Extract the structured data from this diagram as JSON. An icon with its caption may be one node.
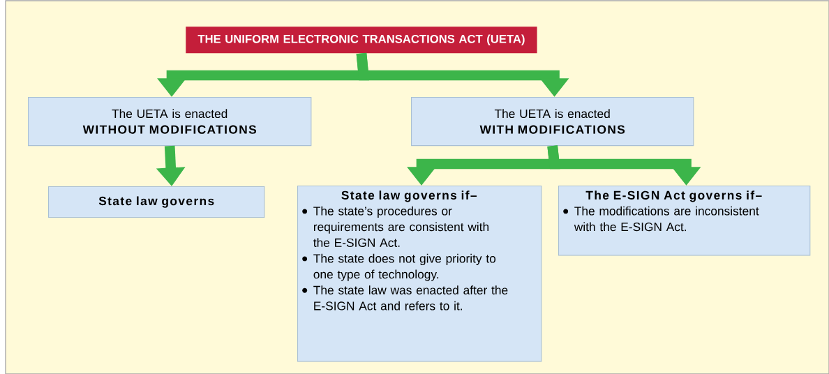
{
  "diagram": {
    "nodes": [
      {
        "text": [
          "THE UNIFORM ELECTRONIC TRANSACTIONS ACT (UETA)"
        ]
      },
      {
        "text": [
          "The UETA is enacted",
          "WITHOUT MODIFICATIONS"
        ]
      },
      {
        "text": [
          "The UETA is enacted",
          "WITH MODIFICATIONS"
        ]
      },
      {
        "text": [
          "State law governs"
        ]
      },
      {
        "text": [
          "State law governs if–",
          "The state’s procedures or requirements are consistent with the E-SIGN Act.",
          "The state does not give priority to one type of technology.",
          "The state law was enacted after the E-SIGN Act and refers to it."
        ]
      },
      {
        "text": [
          "The E-SIGN Act governs if–",
          "The modifications are inconsistent with the E-SIGN Act."
        ]
      }
    ],
    "edges": [
      {
        "from": 0,
        "to": 1,
        "arrow": "to"
      },
      {
        "from": 0,
        "to": 2,
        "arrow": "to"
      },
      {
        "from": 1,
        "to": 3,
        "arrow": "to"
      },
      {
        "from": 2,
        "to": 4,
        "arrow": "to"
      },
      {
        "from": 2,
        "to": 5,
        "arrow": "to"
      }
    ]
  }
}
